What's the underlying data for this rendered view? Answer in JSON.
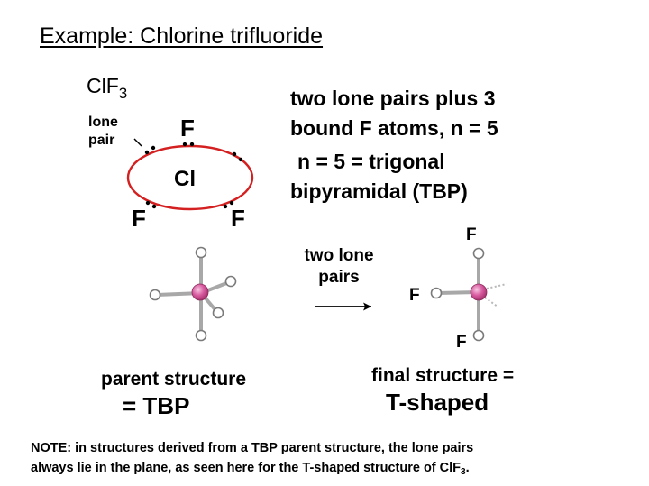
{
  "title": "Example: Chlorine trifluoride",
  "formula": {
    "main": "ClF",
    "sub": "3"
  },
  "lone_pair_label": {
    "line1": "lone",
    "line2": "pair"
  },
  "lewis": {
    "top": "F",
    "center": "Cl",
    "left": "F",
    "right": "F"
  },
  "description": {
    "line1": "two lone pairs plus 3",
    "line2": "bound F atoms, n = 5",
    "line3": "n = 5  = trigonal",
    "line4": "bipyramidal (TBP)"
  },
  "arrow_label": {
    "line1": "two lone",
    "line2": "pairs"
  },
  "final_atoms": {
    "top": "F",
    "left": "F",
    "bottom": "F"
  },
  "parent": {
    "line1": "parent structure",
    "line2": "=  TBP"
  },
  "final": {
    "line1": "final structure =",
    "line2": "T-shaped"
  },
  "note": {
    "line1": "NOTE: in structures derived from a TBP parent structure, the lone pairs",
    "line2_main": "always lie in the plane, as seen here for the T-shaped structure of ClF",
    "line2_sub": "3",
    "line2_end": "."
  },
  "colors": {
    "ellipse": "#d42020",
    "center_atom": "#d85aa0",
    "outer_atom": "#ffffff",
    "bond": "#a8a8a8"
  }
}
